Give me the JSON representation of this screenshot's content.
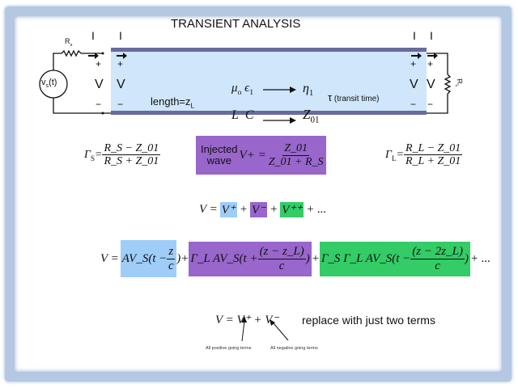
{
  "title": "TRANSIENT ANALYSIS",
  "circuit": {
    "rs": "R",
    "rs_sub": "s",
    "source": "v",
    "source_sub": "s",
    "source_arg": "(t)",
    "rl": "R",
    "rl_sub": "L",
    "current": "I",
    "plus": "+",
    "minus": "−",
    "voltage": "V",
    "length": "length=z",
    "length_sub": "L",
    "mu": "μ",
    "mu_sub": "o",
    "eps": "ϵ",
    "eps_sub": "1",
    "eta": "η",
    "eta_sub": "1",
    "tau": "τ",
    "tau_note": "(transit time)",
    "L": "L",
    "C": "C",
    "Z": "Z",
    "Z_sub": "01"
  },
  "gamma_s": {
    "lhs": "Γ",
    "lhs_sub": "S",
    "num": "R_S − Z_01",
    "den": "R_S + Z_01"
  },
  "gamma_l": {
    "lhs": "Γ",
    "lhs_sub": "L",
    "num": "R_L − Z_01",
    "den": "R_L + Z_01"
  },
  "injected": {
    "label1": "Injected",
    "label2": "wave",
    "lhs": "V+ =",
    "num": "Z_01",
    "den": "Z_01 + R_S"
  },
  "sum_eq": {
    "lhs": "V =",
    "t1": "V⁺",
    "t2": "V⁻",
    "t3": "V⁺⁺",
    "tail": "+ ...",
    "plus": "+"
  },
  "big_eq": {
    "lhs": "V =",
    "t1a": "AV_S(t −",
    "t1n": "z",
    "t1d": "c",
    "t1b": ")",
    "plus": "+",
    "t2a": "Γ_L AV_S(t +",
    "t2n": "(z − z_L)",
    "t2d": "c",
    "t2b": ")",
    "t3a": "Γ_S Γ_L AV_S(t −",
    "t3n": "(z − 2z_L)",
    "t3d": "c",
    "t3b": ")",
    "tail": "+ ..."
  },
  "two_term": {
    "eq": "V = V⁺ + V⁻",
    "text": "replace with just two terms",
    "note_pos": "All positive  going terms",
    "note_neg": "All negative  going terms"
  },
  "colors": {
    "blue": "#9fcdf8",
    "purple": "#9966cc",
    "green": "#33cc66",
    "line": "#cfe6fb"
  }
}
